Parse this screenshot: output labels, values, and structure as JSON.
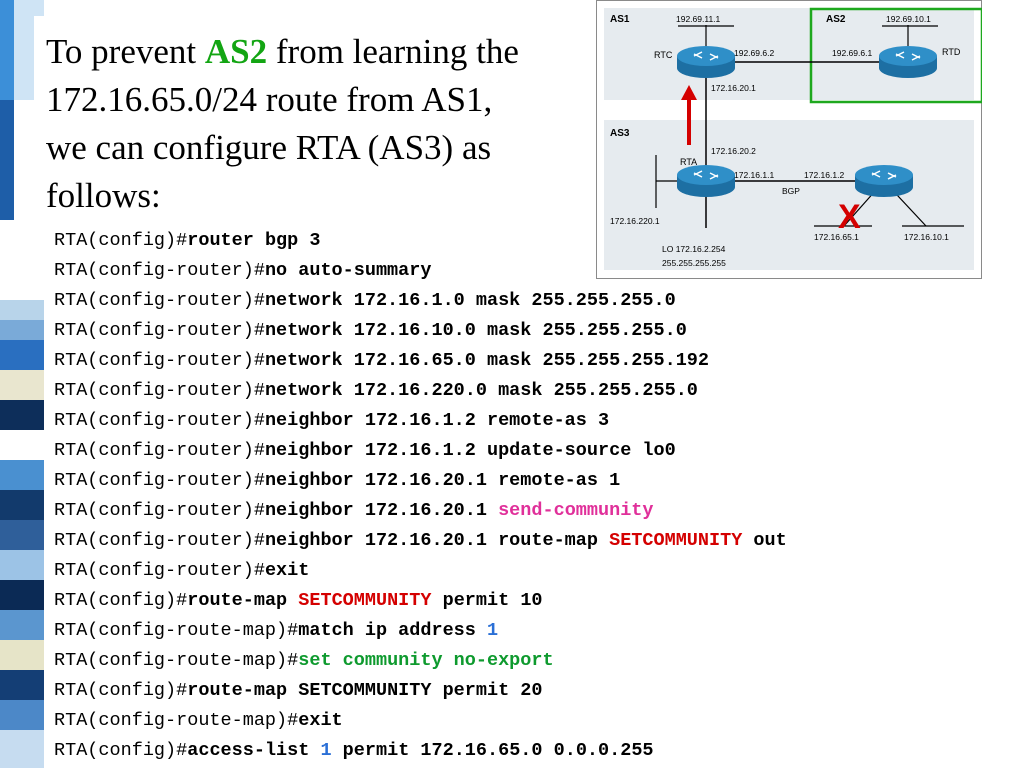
{
  "title": {
    "prefix": "To prevent ",
    "highlight": "AS2",
    "suffix": " from learning the 172.16.65.0/24 route from AS1, we can configure RTA (AS3) as follows:"
  },
  "code_lines": [
    [
      {
        "t": "RTA(config)#",
        "s": "prompt"
      },
      {
        "t": "router bgp 3",
        "s": "cmd"
      }
    ],
    [
      {
        "t": "RTA(config-router)#",
        "s": "prompt"
      },
      {
        "t": "no auto-summary",
        "s": "cmd"
      }
    ],
    [
      {
        "t": "RTA(config-router)#",
        "s": "prompt"
      },
      {
        "t": "network 172.16.1.0 mask 255.255.255.0",
        "s": "cmd"
      }
    ],
    [
      {
        "t": "RTA(config-router)#",
        "s": "prompt"
      },
      {
        "t": "network 172.16.10.0 mask 255.255.255.0",
        "s": "cmd"
      }
    ],
    [
      {
        "t": "RTA(config-router)#",
        "s": "prompt"
      },
      {
        "t": "network 172.16.65.0 mask 255.255.255.192",
        "s": "cmd"
      }
    ],
    [
      {
        "t": "RTA(config-router)#",
        "s": "prompt"
      },
      {
        "t": "network 172.16.220.0 mask 255.255.255.0",
        "s": "cmd"
      }
    ],
    [
      {
        "t": "RTA(config-router)#",
        "s": "prompt"
      },
      {
        "t": "neighbor 172.16.1.2 remote-as 3",
        "s": "cmd"
      }
    ],
    [
      {
        "t": "RTA(config-router)#",
        "s": "prompt"
      },
      {
        "t": "neighbor 172.16.1.2 update-source lo0",
        "s": "cmd"
      }
    ],
    [
      {
        "t": "RTA(config-router)#",
        "s": "prompt"
      },
      {
        "t": "neighbor 172.16.20.1 remote-as 1",
        "s": "cmd"
      }
    ],
    [
      {
        "t": "RTA(config-router)#",
        "s": "prompt"
      },
      {
        "t": "neighbor 172.16.20.1 ",
        "s": "cmd"
      },
      {
        "t": "send-community",
        "s": "cmd pink"
      }
    ],
    [
      {
        "t": "RTA(config-router)#",
        "s": "prompt"
      },
      {
        "t": "neighbor 172.16.20.1 route-map ",
        "s": "cmd"
      },
      {
        "t": "SETCOMMUNITY",
        "s": "cmd red"
      },
      {
        "t": " out",
        "s": "cmd"
      }
    ],
    [
      {
        "t": "RTA(config-router)#",
        "s": "prompt"
      },
      {
        "t": "exit",
        "s": "cmd"
      }
    ],
    [
      {
        "t": "RTA(config)#",
        "s": "prompt"
      },
      {
        "t": "route-map ",
        "s": "cmd"
      },
      {
        "t": "SETCOMMUNITY",
        "s": "cmd red"
      },
      {
        "t": " permit 10",
        "s": "cmd"
      }
    ],
    [
      {
        "t": "RTA(config-route-map)#",
        "s": "prompt"
      },
      {
        "t": "match ip address ",
        "s": "cmd"
      },
      {
        "t": "1",
        "s": "cmd blue"
      }
    ],
    [
      {
        "t": "RTA(config-route-map)#",
        "s": "prompt"
      },
      {
        "t": "set community no-export",
        "s": "cmd green"
      }
    ],
    [
      {
        "t": "RTA(config)#",
        "s": "prompt"
      },
      {
        "t": "route-map SETCOMMUNITY permit 20",
        "s": "cmd"
      }
    ],
    [
      {
        "t": "RTA(config-route-map)#",
        "s": "prompt"
      },
      {
        "t": "exit",
        "s": "cmd"
      }
    ],
    [
      {
        "t": "RTA(config)#",
        "s": "prompt"
      },
      {
        "t": "access-list ",
        "s": "cmd"
      },
      {
        "t": "1",
        "s": "cmd blue"
      },
      {
        "t": " permit 172.16.65.0 0.0.0.255",
        "s": "cmd"
      }
    ]
  ],
  "diagram": {
    "as1_label": "AS1",
    "as2_label": "AS2",
    "as3_label": "AS3",
    "rtc_label": "RTC",
    "rtd_label": "RTD",
    "rta_label": "RTA",
    "bgp_label": "BGP",
    "x_mark": "X",
    "ip_192_69_11_1": "192.69.11.1",
    "ip_192_69_6_2": "192.69.6.2",
    "ip_192_69_10_1": "192.69.10.1",
    "ip_192_69_6_1": "192.69.6.1",
    "ip_172_16_20_1": "172.16.20.1",
    "ip_172_16_20_2": "172.16.20.2",
    "ip_172_16_1_1": "172.16.1.1",
    "ip_172_16_1_2": "172.16.1.2",
    "ip_172_16_220_1": "172.16.220.1",
    "ip_172_16_65_1": "172.16.65.1",
    "ip_172_16_10_1": "172.16.10.1",
    "lo_line1": "LO 172.16.2.254",
    "lo_line2": "255.255.255.255"
  },
  "colors": {
    "highlight_green": "#13a513",
    "arrow_red": "#d40000",
    "as2_box_green": "#1ea81e",
    "router_blue": "#2f8fc8"
  }
}
